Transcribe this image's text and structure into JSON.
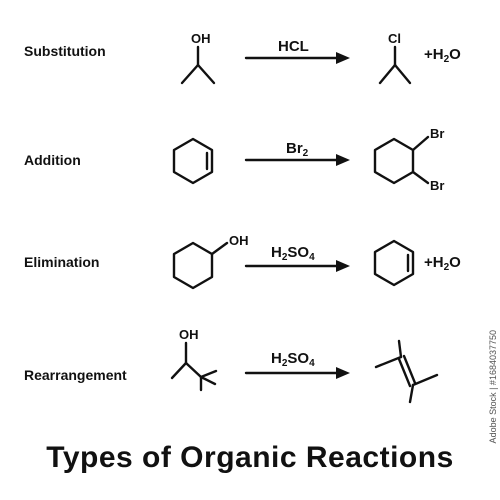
{
  "title": "Types of Organic Reactions",
  "watermark": "Adobe Stock | #1684037750",
  "colors": {
    "ink": "#111111",
    "background": "#ffffff"
  },
  "reactions": [
    {
      "name": "Substitution",
      "reagent": {
        "text": "HCL",
        "sub": "",
        "tail": ""
      },
      "reactant_group": "OH",
      "product_group": "Cl",
      "extra": {
        "prefix": "+H",
        "sub": "2",
        "suffix": "O"
      }
    },
    {
      "name": "Addition",
      "reagent": {
        "text": "Br",
        "sub": "2",
        "tail": ""
      },
      "product_groups": [
        "Br",
        "Br"
      ]
    },
    {
      "name": "Elimination",
      "reagent": {
        "text": "H",
        "sub": "2",
        "tail": "SO",
        "sub2": "4"
      },
      "reactant_group": "OH",
      "extra": {
        "prefix": "+H",
        "sub": "2",
        "suffix": "O"
      }
    },
    {
      "name": "Rearrangement",
      "reagent": {
        "text": "H",
        "sub": "2",
        "tail": "SO",
        "sub2": "4"
      },
      "reactant_group": "OH"
    }
  ]
}
